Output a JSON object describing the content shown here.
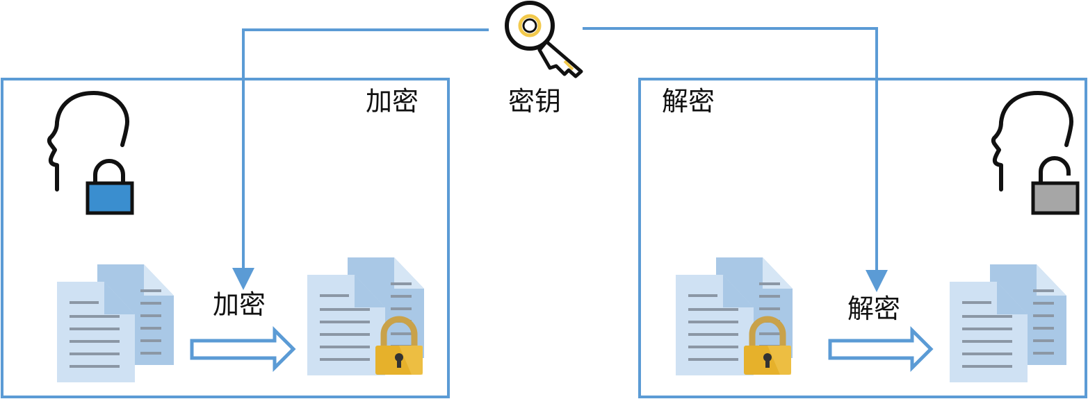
{
  "labels": {
    "encrypt_panel_title": "加密",
    "decrypt_panel_title": "解密",
    "key_label": "密钥",
    "encrypt_arrow_label": "加密",
    "decrypt_arrow_label": "解密"
  },
  "icons": {
    "key": "key-icon",
    "sender": "person-head-locked-icon",
    "receiver": "person-head-unlocked-icon",
    "plain_docs": "documents-icon",
    "locked_docs": "documents-padlock-icon",
    "arrow": "hollow-arrow-right-icon"
  },
  "colors": {
    "frame": "#5b9bd5",
    "lock_blue": "#3a8ecf",
    "lock_gray": "#a6a6a6",
    "doc_front": "#cfe1f3",
    "doc_back": "#a9c8e6",
    "doc_lines": "#8b97a5",
    "padlock_gold": "#e6b12b",
    "key_accent": "#f2c94c"
  }
}
